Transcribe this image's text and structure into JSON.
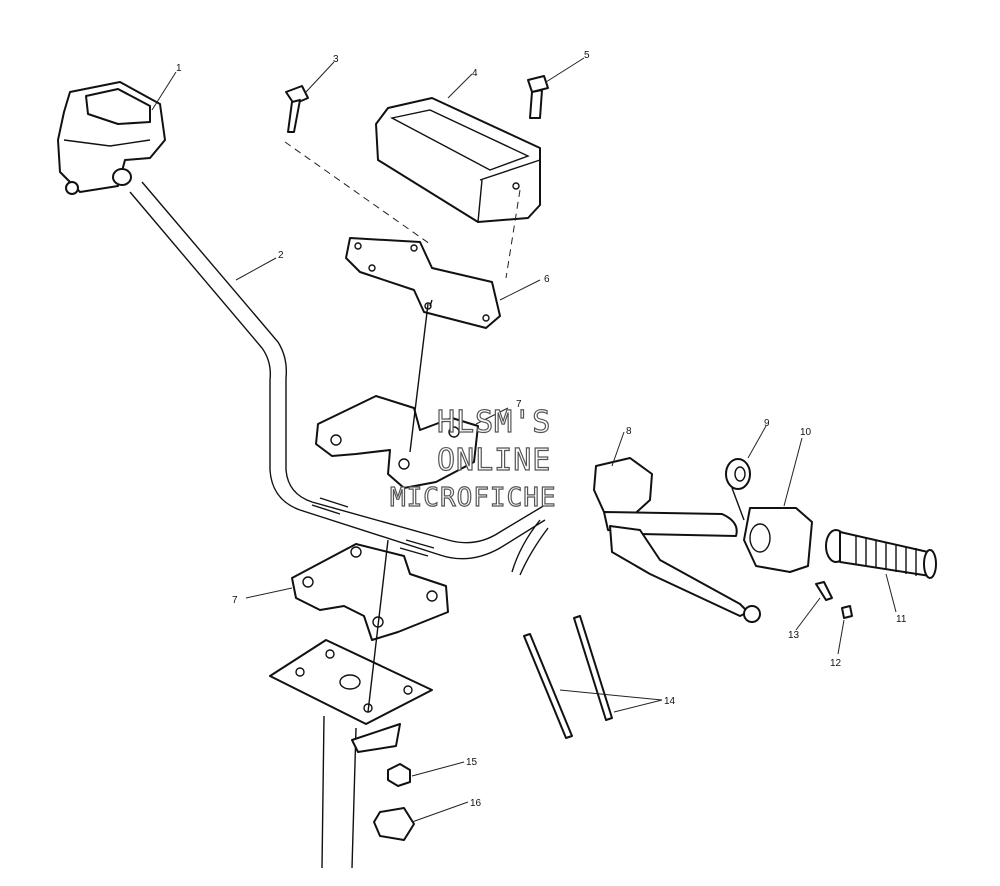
{
  "watermark": {
    "line1": "HLSM'S",
    "line2": "ONLINE",
    "line3": "MICROFICHE"
  },
  "callouts": {
    "c1": "1",
    "c2": "2",
    "c3": "3",
    "c4": "4",
    "c5": "5",
    "c6": "6",
    "c7a": "7",
    "c7b": "7",
    "c8": "8",
    "c9": "9",
    "c10": "10",
    "c11": "11",
    "c12": "12",
    "c13": "13",
    "c14": "14",
    "c15": "15",
    "c16": "16"
  }
}
